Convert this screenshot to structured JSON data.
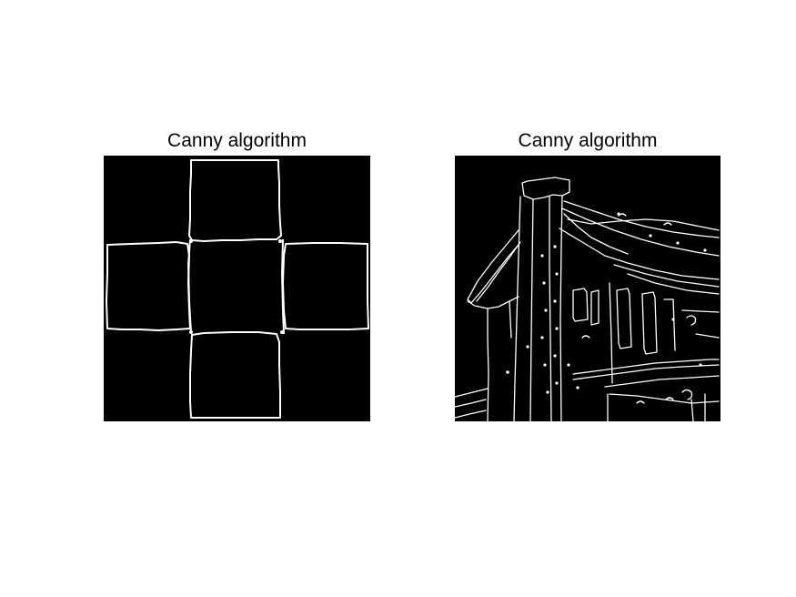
{
  "figure": {
    "background": "#ffffff",
    "panels": [
      {
        "title": "Canny algorithm",
        "content": "edge map of synthetic cross-shaped squares",
        "edge_color": "#ffffff",
        "background": "#000000"
      },
      {
        "title": "Canny algorithm",
        "content": "edge map of a building photograph",
        "edge_color": "#ffffff",
        "background": "#000000"
      }
    ]
  }
}
